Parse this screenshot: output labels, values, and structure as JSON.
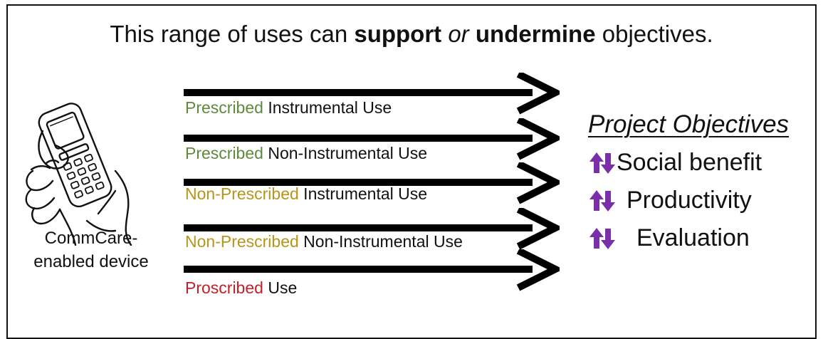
{
  "title": {
    "prefix": "This range of uses can ",
    "support": "support",
    "or": "or",
    "undermine": "undermine",
    "suffix": " objectives."
  },
  "device": {
    "label_line1": "CommCare-",
    "label_line2": "enabled device"
  },
  "uses": [
    {
      "qualifier": "Prescribed",
      "rest": " Instrumental Use",
      "color": "#5e8a3c"
    },
    {
      "qualifier": "Prescribed",
      "rest": " Non-Instrumental Use",
      "color": "#5e8a3c"
    },
    {
      "qualifier": "Non-Prescribed",
      "rest": " Instrumental Use",
      "color": "#b8941a"
    },
    {
      "qualifier": "Non-Prescribed",
      "rest": " Non-Instrumental Use",
      "color": "#b8941a"
    },
    {
      "qualifier": "Proscribed",
      "rest": " Use",
      "color": "#c0202a"
    }
  ],
  "objectives": {
    "title": "Project Objectives",
    "items": [
      {
        "label": "Social benefit"
      },
      {
        "label": "Productivity"
      },
      {
        "label": "Evaluation"
      }
    ],
    "icon_color": "#7a2fa8",
    "icon": "up-down-arrows-icon"
  }
}
